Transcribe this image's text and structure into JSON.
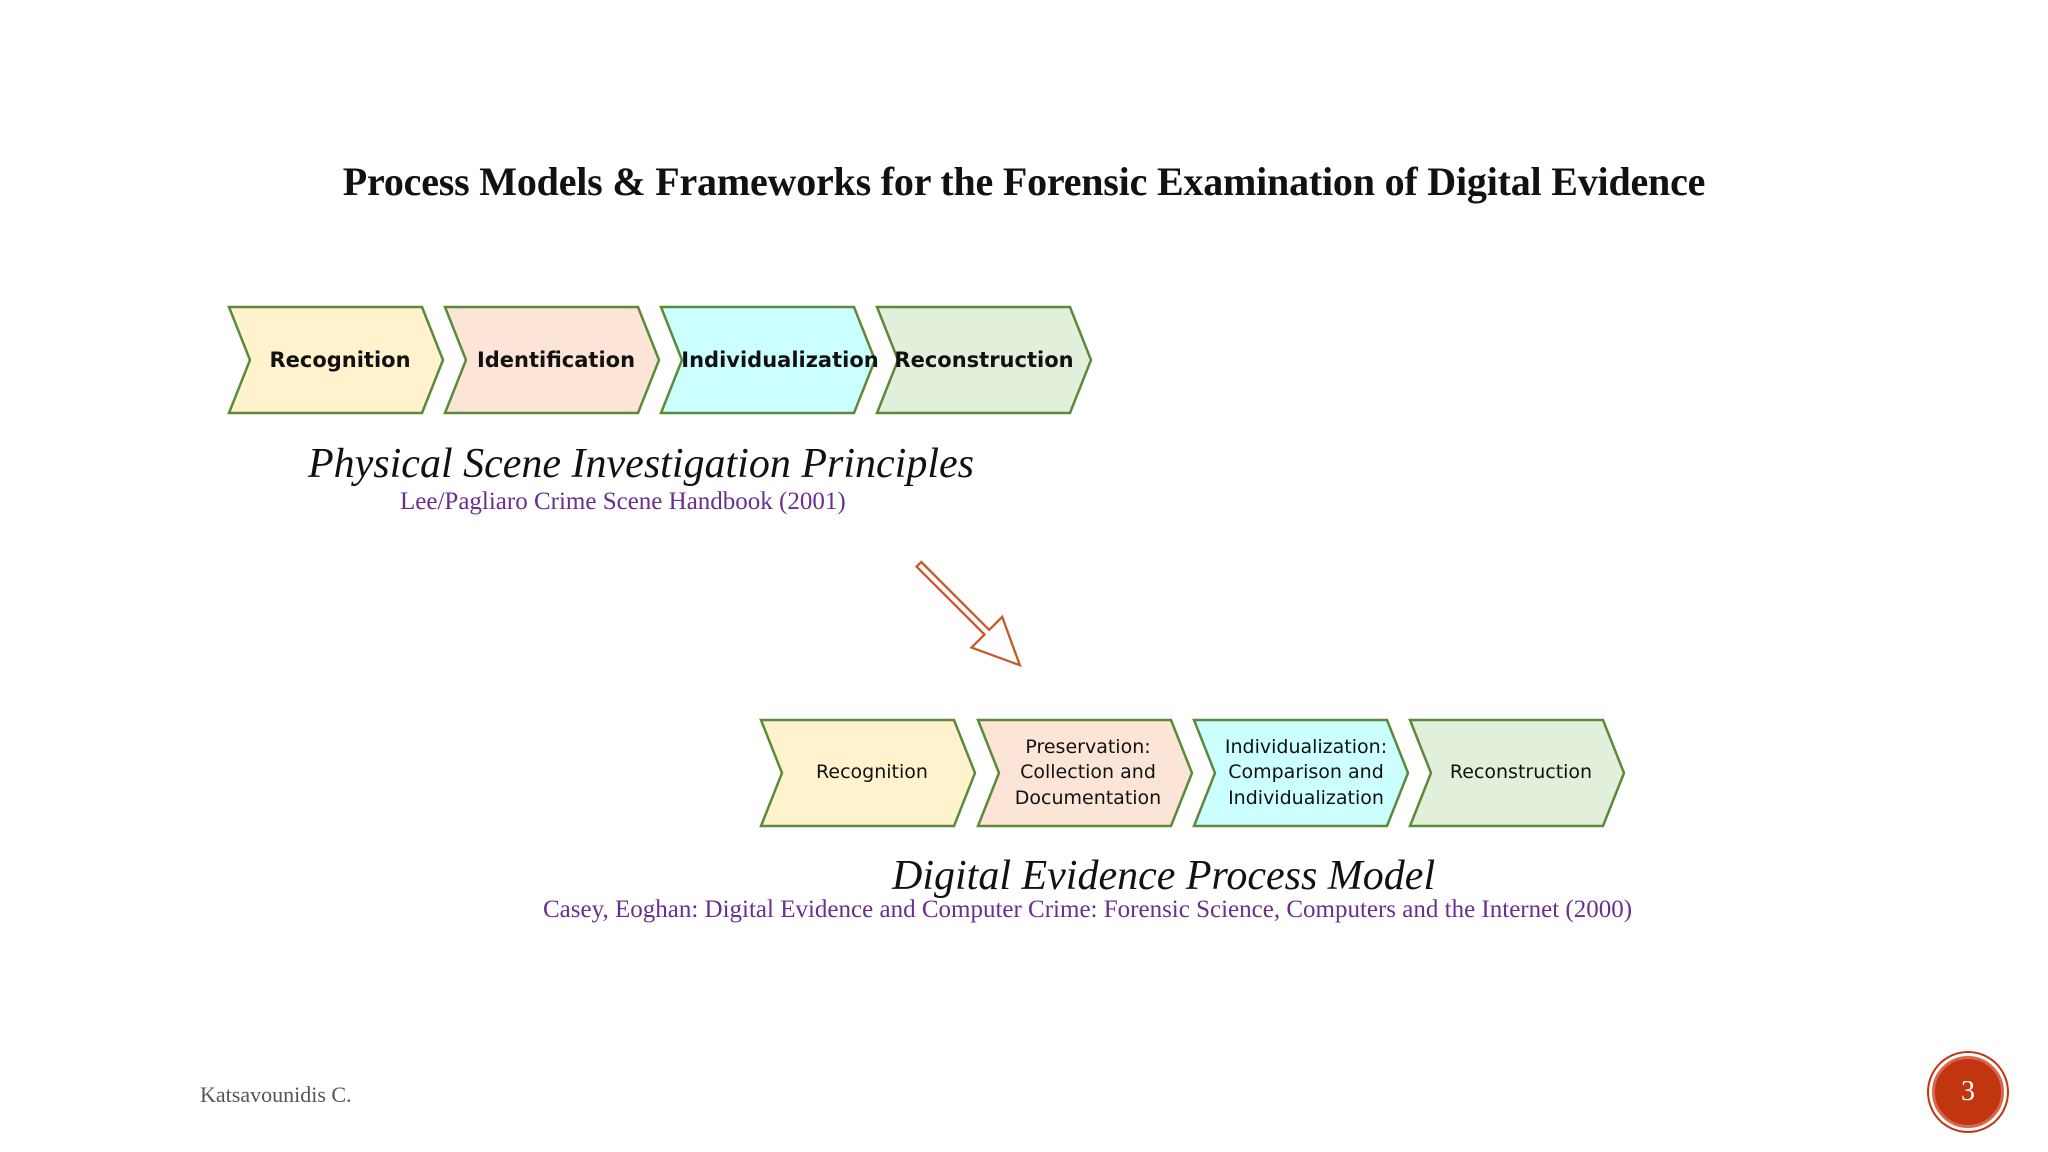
{
  "title": "Process Models & Frameworks for the Forensic Examination of Digital Evidence",
  "physical_model": {
    "steps": [
      {
        "label": "Recognition",
        "color": "#fff2cc"
      },
      {
        "label": "Identification",
        "color": "#fce4d6"
      },
      {
        "label": "Individualization",
        "color": "#ccffff"
      },
      {
        "label": "Reconstruction",
        "color": "#e2efda"
      }
    ],
    "name": "Physical Scene Investigation Principles",
    "source": "Lee/Pagliaro Crime Scene Handbook (2001)"
  },
  "digital_model": {
    "steps": [
      {
        "label": "Recognition",
        "color": "#fff2cc"
      },
      {
        "label": "Preservation: Collection and Documentation",
        "color": "#fce4d6"
      },
      {
        "label": "Individualization: Comparison and Individualization",
        "color": "#ccffff"
      },
      {
        "label": "Reconstruction",
        "color": "#e2efda"
      }
    ],
    "name": "Digital Evidence Process Model",
    "source": "Casey, Eoghan: Digital Evidence and Computer Crime: Forensic Science, Computers and the Internet (2000)"
  },
  "colors": {
    "chevron_outline": "#5b8a3a",
    "arrow": "#c55a2a",
    "source_text": "#6a2f8e",
    "badge": "#c1350f"
  },
  "footer": {
    "author": "Katsavounidis C.",
    "page_number": "3"
  }
}
